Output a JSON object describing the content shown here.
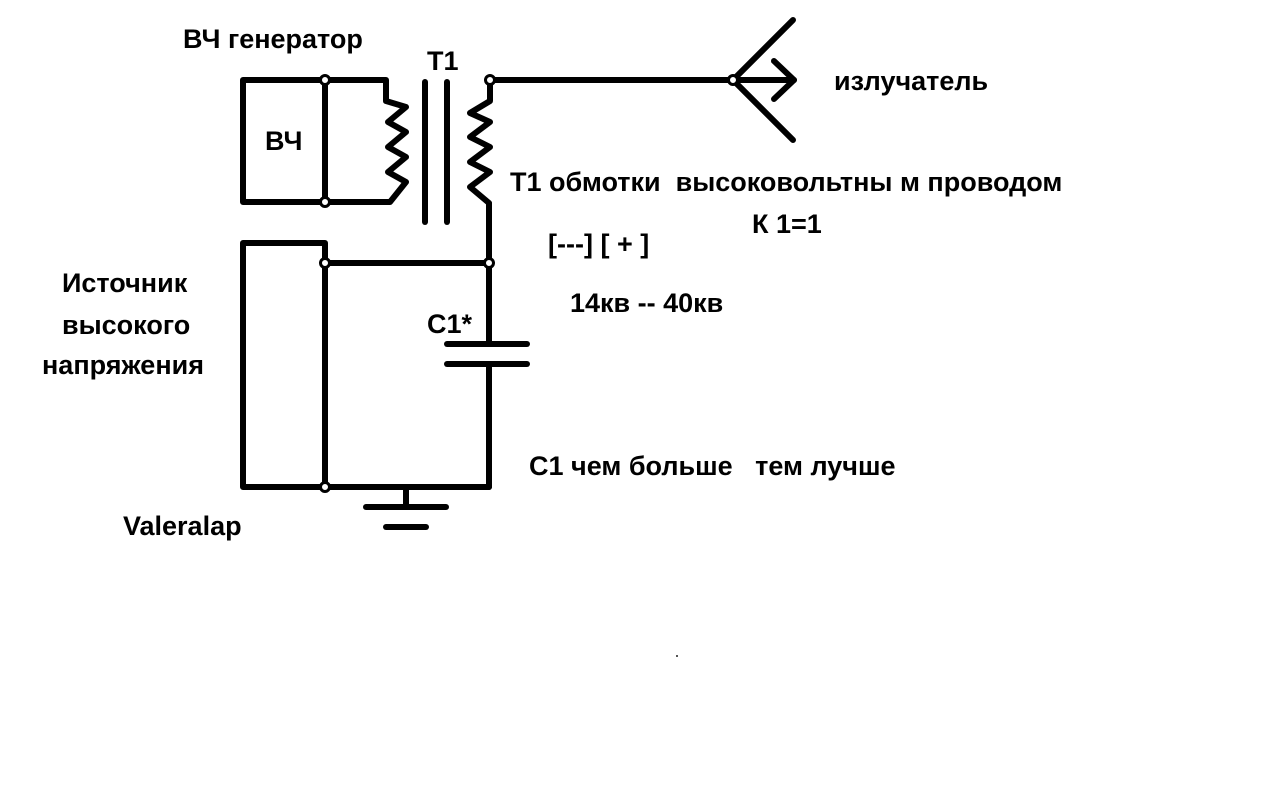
{
  "diagram": {
    "type": "circuit-schematic",
    "labels": {
      "rf_generator_title": "ВЧ генератор",
      "rf_block": "ВЧ",
      "transformer": "T1",
      "emitter": "излучатель",
      "windings_note": "T1 обмотки  высоковольтны м проводом",
      "ratio": "К 1=1",
      "polarity": "[---] [ + ]",
      "hv_source": [
        "Источник",
        "высокого",
        "напряжения"
      ],
      "voltage_range": "14кв -- 40кв",
      "capacitor": "C1*",
      "capacitor_note": "C1 чем больше   тем лучше",
      "author": "Valeralap"
    },
    "components": [
      {
        "id": "rf-generator",
        "label": "ВЧ"
      },
      {
        "id": "transformer-t1",
        "label": "T1",
        "primary": "rf-generator",
        "secondary": "antenna"
      },
      {
        "id": "antenna",
        "label": "излучатель"
      },
      {
        "id": "hv-source",
        "label": "Источник высокого напряжения"
      },
      {
        "id": "capacitor-c1",
        "label": "C1*"
      },
      {
        "id": "ground",
        "label": ""
      }
    ],
    "colors": {
      "ink": "#000000",
      "background": "#ffffff"
    }
  }
}
